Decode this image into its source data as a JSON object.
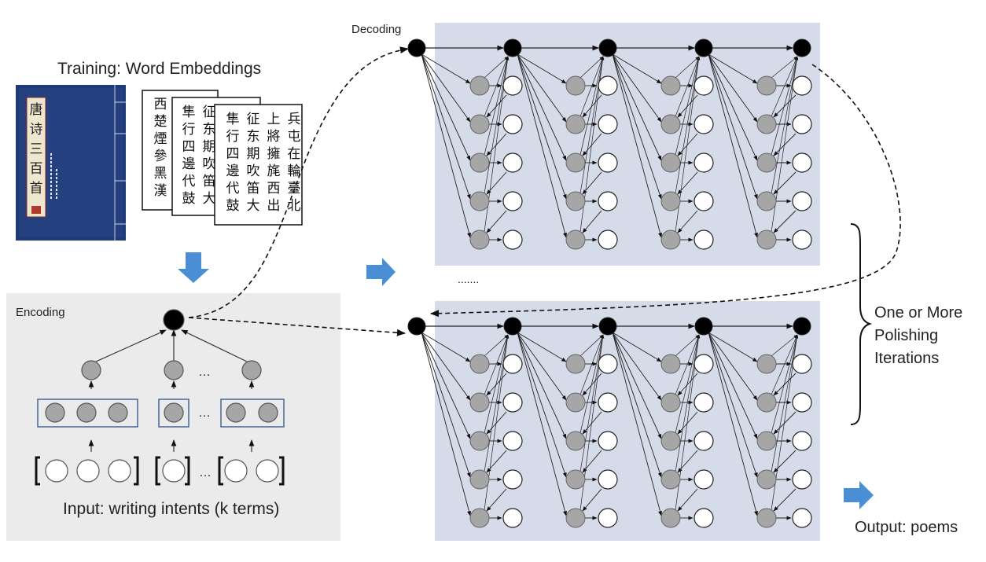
{
  "training_title": "Training: Word Embeddings",
  "book": {
    "title_chars": [
      "唐",
      "诗",
      "三",
      "百",
      "首"
    ],
    "accent_color": "#1f3a78"
  },
  "calligraphy_sheets": [
    [
      "西",
      "楚",
      "煙",
      "參",
      "黑",
      "漢"
    ],
    [
      "隼",
      "行",
      "四",
      "邊",
      "代",
      "鼓",
      "征",
      "东",
      "期",
      "吹",
      "笛",
      "大"
    ],
    [
      "隼",
      "行",
      "四",
      "邊",
      "代",
      "鼓",
      "征",
      "东",
      "期",
      "吹",
      "笛",
      "大",
      "上",
      "將",
      "擁",
      "旄",
      "西",
      "出",
      "兵",
      "屯",
      "在",
      "輪",
      "臺",
      "北"
    ]
  ],
  "encoding": {
    "label": "Encoding",
    "ellipsis": "…",
    "input_caption": "Input: writing intents (k terms)",
    "group_sizes": [
      3,
      1,
      2
    ]
  },
  "decoding": {
    "label": "Decoding",
    "between_ellipsis": ".......",
    "steps": 5,
    "rows_per_step": 5
  },
  "polishing_lines": [
    "One or More",
    "Polishing",
    "Iterations"
  ],
  "output_caption": "Output: poems",
  "colors": {
    "panel_bg": "#d5dbe8",
    "encoding_bg": "#ebebeb",
    "hidden_node": "#a6a6a6",
    "output_node": "#ffffff",
    "state_node": "#000000",
    "arrow_blue": "#4a8fd6"
  }
}
